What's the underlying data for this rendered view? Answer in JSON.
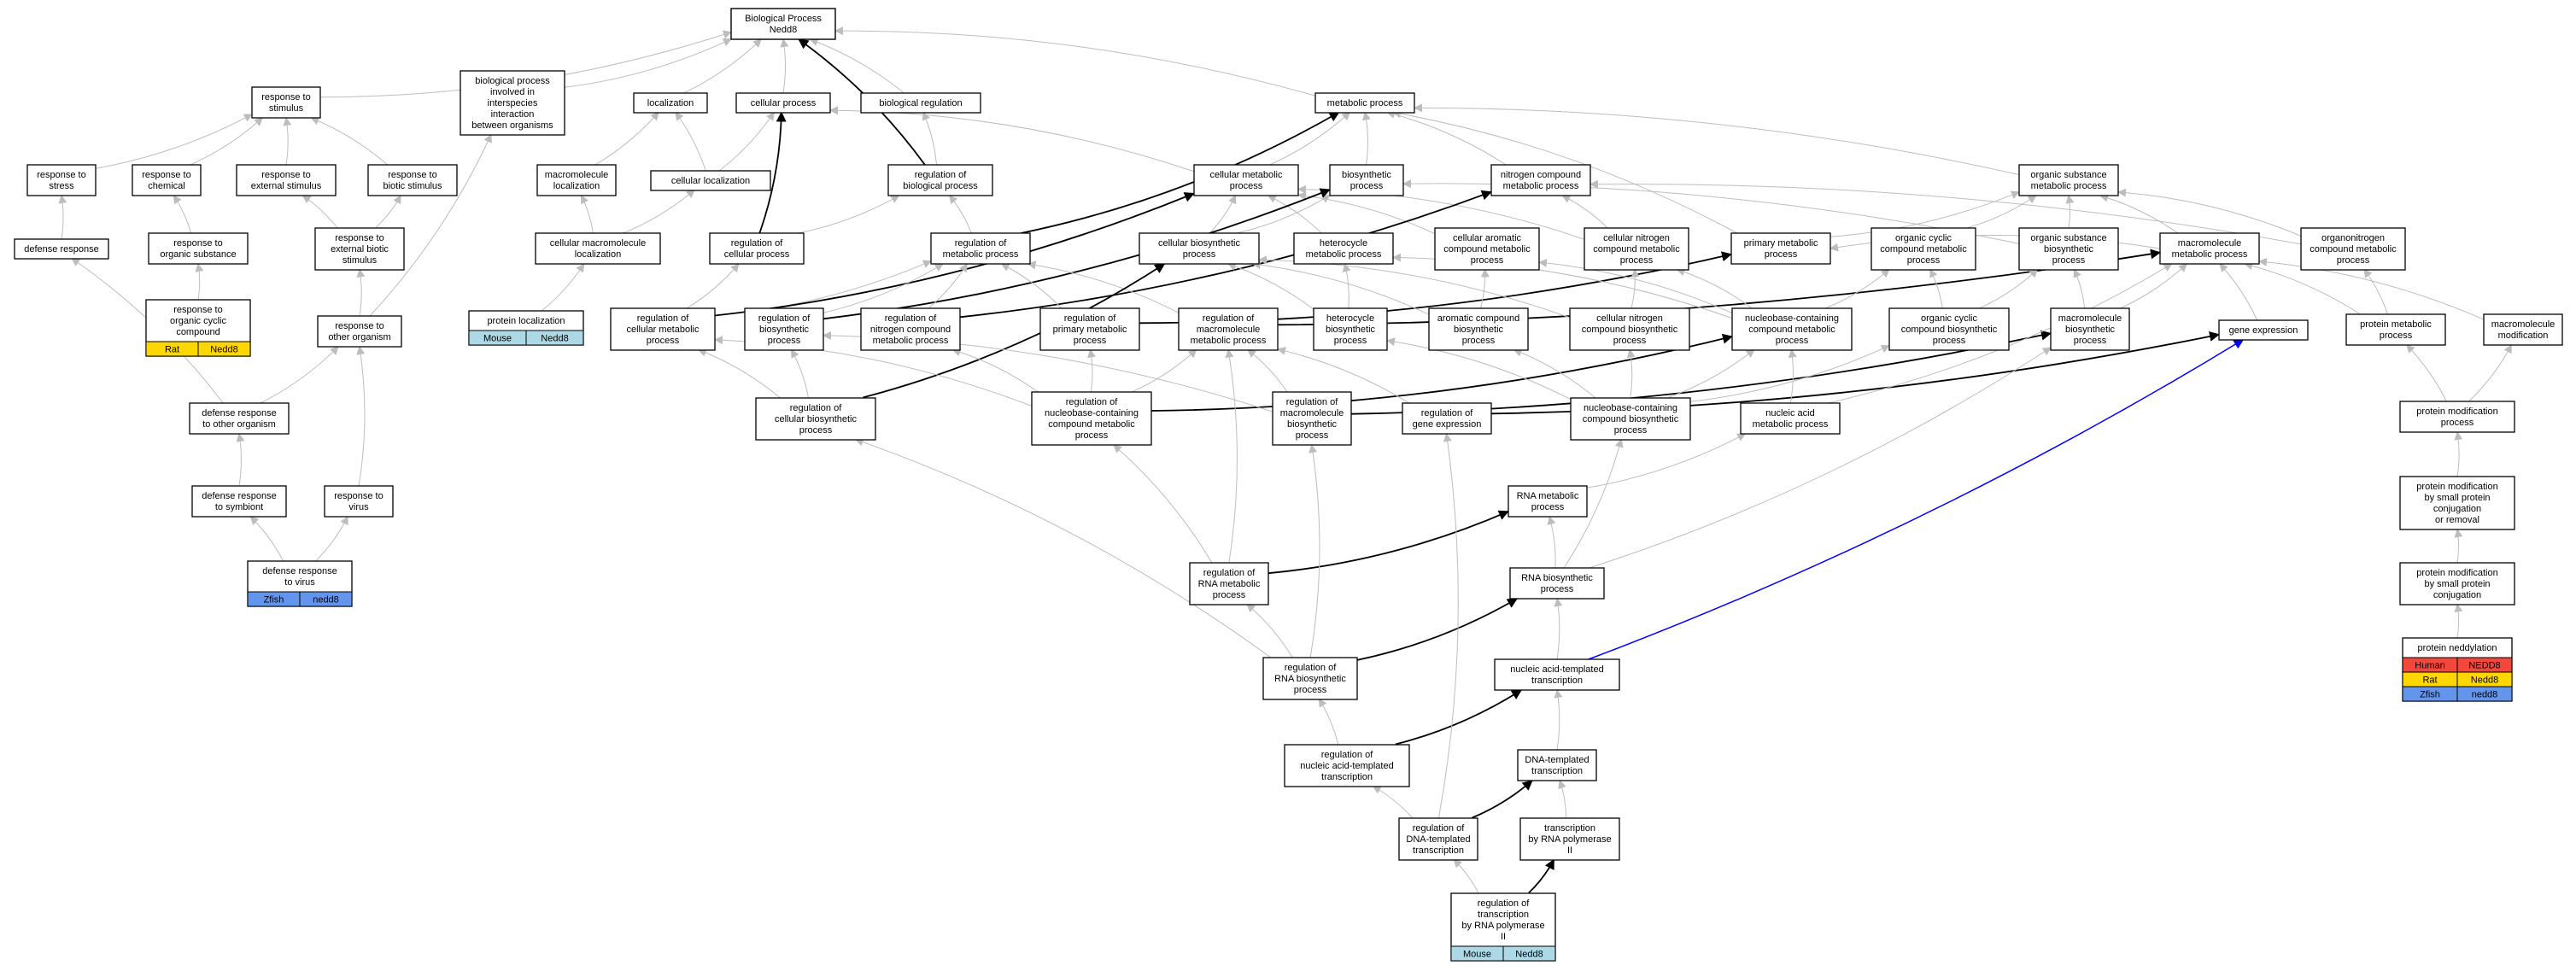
{
  "title_node": "go-root",
  "colors": {
    "gray_edge": "#bdbdbd",
    "black_edge": "#000000",
    "blue_edge": "#0000ff",
    "node_border": "#000000",
    "node_fill": "#ffffff",
    "Mouse": "#add8e6",
    "Rat": "#ffd700",
    "Zfish": "#6495ed",
    "Human": "#f4473b"
  },
  "nodes": [
    {
      "id": "root",
      "lines": [
        "Biological Process",
        "Nedd8"
      ]
    },
    {
      "id": "resp_stim",
      "lines": [
        "response to",
        "stimulus"
      ]
    },
    {
      "id": "bp_inter",
      "lines": [
        "biological process",
        "involved in",
        "interspecies",
        "interaction",
        "between organisms"
      ]
    },
    {
      "id": "localization",
      "lines": [
        "localization"
      ]
    },
    {
      "id": "cell_proc",
      "lines": [
        "cellular process"
      ]
    },
    {
      "id": "bio_reg",
      "lines": [
        "biological regulation"
      ]
    },
    {
      "id": "metab",
      "lines": [
        "metabolic process"
      ]
    },
    {
      "id": "resp_stress",
      "lines": [
        "response to",
        "stress"
      ]
    },
    {
      "id": "resp_chem",
      "lines": [
        "response to",
        "chemical"
      ]
    },
    {
      "id": "resp_ext",
      "lines": [
        "response to",
        "external stimulus"
      ]
    },
    {
      "id": "resp_biotic",
      "lines": [
        "response to",
        "biotic stimulus"
      ]
    },
    {
      "id": "macro_loc",
      "lines": [
        "macromolecule",
        "localization"
      ]
    },
    {
      "id": "cell_loc",
      "lines": [
        "cellular localization"
      ]
    },
    {
      "id": "reg_bio",
      "lines": [
        "regulation of",
        "biological process"
      ]
    },
    {
      "id": "cell_metab",
      "lines": [
        "cellular metabolic",
        "process"
      ]
    },
    {
      "id": "biosyn",
      "lines": [
        "biosynthetic",
        "process"
      ]
    },
    {
      "id": "nitro_metab",
      "lines": [
        "nitrogen compound",
        "metabolic process"
      ]
    },
    {
      "id": "org_sub_metab",
      "lines": [
        "organic substance",
        "metabolic process"
      ]
    },
    {
      "id": "defense",
      "lines": [
        "defense response"
      ]
    },
    {
      "id": "resp_org_sub",
      "lines": [
        "response to",
        "organic substance"
      ]
    },
    {
      "id": "resp_ext_biotic",
      "lines": [
        "response to",
        "external biotic",
        "stimulus"
      ]
    },
    {
      "id": "cell_macro_loc",
      "lines": [
        "cellular macromolecule",
        "localization"
      ]
    },
    {
      "id": "reg_cell",
      "lines": [
        "regulation of",
        "cellular process"
      ]
    },
    {
      "id": "reg_metab",
      "lines": [
        "regulation of",
        "metabolic process"
      ]
    },
    {
      "id": "cell_biosyn",
      "lines": [
        "cellular biosynthetic",
        "process"
      ]
    },
    {
      "id": "hetero_metab",
      "lines": [
        "heterocycle",
        "metabolic process"
      ]
    },
    {
      "id": "cell_arom",
      "lines": [
        "cellular aromatic",
        "compound metabolic",
        "process"
      ]
    },
    {
      "id": "cell_nitro_metab",
      "lines": [
        "cellular nitrogen",
        "compound metabolic",
        "process"
      ]
    },
    {
      "id": "prim_metab",
      "lines": [
        "primary metabolic",
        "process"
      ]
    },
    {
      "id": "org_cyc_metab",
      "lines": [
        "organic cyclic",
        "compound metabolic",
        "process"
      ]
    },
    {
      "id": "org_sub_biosyn",
      "lines": [
        "organic substance",
        "biosynthetic",
        "process"
      ]
    },
    {
      "id": "macro_metab",
      "lines": [
        "macromolecule",
        "metabolic process"
      ]
    },
    {
      "id": "organonitro",
      "lines": [
        "organonitrogen",
        "compound metabolic",
        "process"
      ]
    },
    {
      "id": "resp_org_cyc",
      "lines": [
        "response to",
        "organic cyclic",
        "compound"
      ],
      "species": [
        {
          "name": "Rat",
          "gene": "Nedd8"
        }
      ]
    },
    {
      "id": "resp_other",
      "lines": [
        "response to",
        "other organism"
      ]
    },
    {
      "id": "prot_loc",
      "lines": [
        "protein localization"
      ],
      "species": [
        {
          "name": "Mouse",
          "gene": "Nedd8"
        }
      ]
    },
    {
      "id": "reg_cell_metab",
      "lines": [
        "regulation of",
        "cellular metabolic",
        "process"
      ]
    },
    {
      "id": "reg_biosyn",
      "lines": [
        "regulation of",
        "biosynthetic",
        "process"
      ]
    },
    {
      "id": "reg_nitro",
      "lines": [
        "regulation of",
        "nitrogen compound",
        "metabolic process"
      ]
    },
    {
      "id": "reg_prim",
      "lines": [
        "regulation of",
        "primary metabolic",
        "process"
      ]
    },
    {
      "id": "reg_macro_metab",
      "lines": [
        "regulation of",
        "macromolecule",
        "metabolic process"
      ]
    },
    {
      "id": "hetero_biosyn",
      "lines": [
        "heterocycle",
        "biosynthetic",
        "process"
      ]
    },
    {
      "id": "arom_biosyn",
      "lines": [
        "aromatic compound",
        "biosynthetic",
        "process"
      ]
    },
    {
      "id": "cell_nitro_biosyn",
      "lines": [
        "cellular nitrogen",
        "compound biosynthetic",
        "process"
      ]
    },
    {
      "id": "nucleobase_metab",
      "lines": [
        "nucleobase-containing",
        "compound metabolic",
        "process"
      ]
    },
    {
      "id": "org_cyc_biosyn",
      "lines": [
        "organic cyclic",
        "compound biosynthetic",
        "process"
      ]
    },
    {
      "id": "macro_biosyn",
      "lines": [
        "macromolecule",
        "biosynthetic",
        "process"
      ]
    },
    {
      "id": "gene_expr",
      "lines": [
        "gene expression"
      ]
    },
    {
      "id": "prot_metab",
      "lines": [
        "protein metabolic",
        "process"
      ]
    },
    {
      "id": "macro_mod",
      "lines": [
        "macromolecule",
        "modification"
      ]
    },
    {
      "id": "def_other",
      "lines": [
        "defense response",
        "to other organism"
      ]
    },
    {
      "id": "reg_cell_biosyn",
      "lines": [
        "regulation of",
        "cellular biosynthetic",
        "process"
      ]
    },
    {
      "id": "reg_nucleobase",
      "lines": [
        "regulation of",
        "nucleobase-containing",
        "compound metabolic",
        "process"
      ]
    },
    {
      "id": "reg_macro_biosyn",
      "lines": [
        "regulation of",
        "macromolecule",
        "biosynthetic",
        "process"
      ]
    },
    {
      "id": "reg_gene_expr",
      "lines": [
        "regulation of",
        "gene expression"
      ]
    },
    {
      "id": "nucleobase_biosyn",
      "lines": [
        "nucleobase-containing",
        "compound biosynthetic",
        "process"
      ]
    },
    {
      "id": "nucleic_metab",
      "lines": [
        "nucleic acid",
        "metabolic process"
      ]
    },
    {
      "id": "prot_mod",
      "lines": [
        "protein modification",
        "process"
      ]
    },
    {
      "id": "def_symb",
      "lines": [
        "defense response",
        "to symbiont"
      ]
    },
    {
      "id": "resp_virus",
      "lines": [
        "response to",
        "virus"
      ]
    },
    {
      "id": "rna_metab",
      "lines": [
        "RNA metabolic",
        "process"
      ]
    },
    {
      "id": "prot_mod_small",
      "lines": [
        "protein modification",
        "by small protein",
        "conjugation",
        "or removal"
      ]
    },
    {
      "id": "def_virus",
      "lines": [
        "defense response",
        "to virus"
      ],
      "species": [
        {
          "name": "Zfish",
          "gene": "nedd8"
        }
      ]
    },
    {
      "id": "reg_rna_metab",
      "lines": [
        "regulation of",
        "RNA metabolic",
        "process"
      ]
    },
    {
      "id": "rna_biosyn",
      "lines": [
        "RNA biosynthetic",
        "process"
      ]
    },
    {
      "id": "prot_mod_conj",
      "lines": [
        "protein modification",
        "by small protein",
        "conjugation"
      ]
    },
    {
      "id": "prot_nedd",
      "lines": [
        "protein neddylation"
      ],
      "species": [
        {
          "name": "Human",
          "gene": "NEDD8"
        },
        {
          "name": "Rat",
          "gene": "Nedd8"
        },
        {
          "name": "Zfish",
          "gene": "nedd8"
        }
      ]
    },
    {
      "id": "reg_rna_biosyn",
      "lines": [
        "regulation of",
        "RNA biosynthetic",
        "process"
      ]
    },
    {
      "id": "na_templ",
      "lines": [
        "nucleic acid-templated",
        "transcription"
      ]
    },
    {
      "id": "reg_na_templ",
      "lines": [
        "regulation of",
        "nucleic acid-templated",
        "transcription"
      ]
    },
    {
      "id": "dna_templ",
      "lines": [
        "DNA-templated",
        "transcription"
      ]
    },
    {
      "id": "reg_dna_templ",
      "lines": [
        "regulation of",
        "DNA-templated",
        "transcription"
      ]
    },
    {
      "id": "transc_pol2",
      "lines": [
        "transcription",
        "by RNA polymerase",
        "II"
      ]
    },
    {
      "id": "reg_transc_pol2",
      "lines": [
        "regulation of",
        "transcription",
        "by RNA polymerase",
        "II"
      ],
      "species": [
        {
          "name": "Mouse",
          "gene": "Nedd8"
        }
      ]
    }
  ],
  "edges": [
    [
      "resp_stim",
      "root",
      "g"
    ],
    [
      "bp_inter",
      "root",
      "g"
    ],
    [
      "localization",
      "root",
      "g"
    ],
    [
      "cell_proc",
      "root",
      "g"
    ],
    [
      "bio_reg",
      "root",
      "g"
    ],
    [
      "metab",
      "root",
      "g"
    ],
    [
      "reg_bio",
      "root",
      "k"
    ],
    [
      "resp_stress",
      "resp_stim",
      "g"
    ],
    [
      "resp_chem",
      "resp_stim",
      "g"
    ],
    [
      "resp_ext",
      "resp_stim",
      "g"
    ],
    [
      "resp_biotic",
      "resp_stim",
      "g"
    ],
    [
      "defense",
      "resp_stress",
      "g"
    ],
    [
      "resp_org_sub",
      "resp_chem",
      "g"
    ],
    [
      "resp_org_cyc",
      "resp_org_sub",
      "g"
    ],
    [
      "resp_ext_biotic",
      "resp_ext",
      "g"
    ],
    [
      "resp_ext_biotic",
      "resp_biotic",
      "g"
    ],
    [
      "resp_other",
      "resp_ext_biotic",
      "g"
    ],
    [
      "resp_other",
      "bp_inter",
      "g"
    ],
    [
      "def_other",
      "resp_other",
      "g"
    ],
    [
      "def_other",
      "defense",
      "g"
    ],
    [
      "def_symb",
      "def_other",
      "g"
    ],
    [
      "def_virus",
      "def_symb",
      "g"
    ],
    [
      "def_virus",
      "resp_virus",
      "g"
    ],
    [
      "resp_virus",
      "resp_other",
      "g"
    ],
    [
      "macro_loc",
      "localization",
      "g"
    ],
    [
      "cell_loc",
      "localization",
      "g"
    ],
    [
      "cell_loc",
      "cell_proc",
      "g"
    ],
    [
      "cell_macro_loc",
      "macro_loc",
      "g"
    ],
    [
      "cell_macro_loc",
      "cell_loc",
      "g"
    ],
    [
      "prot_loc",
      "cell_macro_loc",
      "g"
    ],
    [
      "reg_bio",
      "bio_reg",
      "g"
    ],
    [
      "reg_cell",
      "cell_proc",
      "k"
    ],
    [
      "reg_cell",
      "reg_bio",
      "g"
    ],
    [
      "cell_metab",
      "cell_proc",
      "g"
    ],
    [
      "reg_metab",
      "reg_bio",
      "g"
    ],
    [
      "reg_metab",
      "metab",
      "k"
    ],
    [
      "cell_metab",
      "metab",
      "g"
    ],
    [
      "biosyn",
      "metab",
      "g"
    ],
    [
      "nitro_metab",
      "metab",
      "g"
    ],
    [
      "org_sub_metab",
      "metab",
      "g"
    ],
    [
      "prim_metab",
      "metab",
      "g"
    ],
    [
      "cell_biosyn",
      "cell_metab",
      "g"
    ],
    [
      "cell_biosyn",
      "biosyn",
      "g"
    ],
    [
      "hetero_metab",
      "cell_metab",
      "g"
    ],
    [
      "cell_arom",
      "cell_metab",
      "g"
    ],
    [
      "cell_nitro_metab",
      "nitro_metab",
      "g"
    ],
    [
      "cell_nitro_metab",
      "cell_metab",
      "g"
    ],
    [
      "prim_metab",
      "org_sub_metab",
      "g"
    ],
    [
      "org_cyc_metab",
      "org_sub_metab",
      "g"
    ],
    [
      "org_sub_biosyn",
      "org_sub_metab",
      "g"
    ],
    [
      "org_sub_biosyn",
      "biosyn",
      "g"
    ],
    [
      "macro_metab",
      "org_sub_metab",
      "g"
    ],
    [
      "macro_metab",
      "prim_metab",
      "g"
    ],
    [
      "organonitro",
      "nitro_metab",
      "g"
    ],
    [
      "organonitro",
      "org_sub_metab",
      "g"
    ],
    [
      "reg_cell_metab",
      "reg_cell",
      "g"
    ],
    [
      "reg_cell_metab",
      "reg_metab",
      "g"
    ],
    [
      "reg_cell_metab",
      "cell_metab",
      "k"
    ],
    [
      "reg_biosyn",
      "reg_metab",
      "g"
    ],
    [
      "reg_biosyn",
      "biosyn",
      "k"
    ],
    [
      "reg_nitro",
      "reg_metab",
      "g"
    ],
    [
      "reg_nitro",
      "nitro_metab",
      "k"
    ],
    [
      "reg_prim",
      "reg_metab",
      "g"
    ],
    [
      "reg_prim",
      "prim_metab",
      "k"
    ],
    [
      "reg_macro_metab",
      "reg_metab",
      "g"
    ],
    [
      "reg_macro_metab",
      "macro_metab",
      "k"
    ],
    [
      "hetero_biosyn",
      "hetero_metab",
      "g"
    ],
    [
      "hetero_biosyn",
      "cell_biosyn",
      "g"
    ],
    [
      "arom_biosyn",
      "cell_arom",
      "g"
    ],
    [
      "arom_biosyn",
      "cell_biosyn",
      "g"
    ],
    [
      "cell_nitro_biosyn",
      "cell_nitro_metab",
      "g"
    ],
    [
      "cell_nitro_biosyn",
      "cell_biosyn",
      "g"
    ],
    [
      "nucleobase_metab",
      "cell_nitro_metab",
      "g"
    ],
    [
      "nucleobase_metab",
      "hetero_metab",
      "g"
    ],
    [
      "nucleobase_metab",
      "cell_arom",
      "g"
    ],
    [
      "nucleobase_metab",
      "org_cyc_metab",
      "g"
    ],
    [
      "org_cyc_biosyn",
      "org_cyc_metab",
      "g"
    ],
    [
      "org_cyc_biosyn",
      "org_sub_biosyn",
      "g"
    ],
    [
      "macro_biosyn",
      "macro_metab",
      "g"
    ],
    [
      "macro_biosyn",
      "org_sub_biosyn",
      "g"
    ],
    [
      "gene_expr",
      "macro_metab",
      "g"
    ],
    [
      "prot_metab",
      "macro_metab",
      "g"
    ],
    [
      "prot_metab",
      "organonitro",
      "g"
    ],
    [
      "macro_mod",
      "macro_metab",
      "g"
    ],
    [
      "reg_cell_biosyn",
      "reg_cell_metab",
      "g"
    ],
    [
      "reg_cell_biosyn",
      "reg_biosyn",
      "g"
    ],
    [
      "reg_cell_biosyn",
      "cell_biosyn",
      "k"
    ],
    [
      "reg_nucleobase",
      "reg_nitro",
      "g"
    ],
    [
      "reg_nucleobase",
      "reg_prim",
      "g"
    ],
    [
      "reg_nucleobase",
      "reg_cell_metab",
      "g"
    ],
    [
      "reg_nucleobase",
      "reg_macro_metab",
      "g"
    ],
    [
      "reg_nucleobase",
      "nucleobase_metab",
      "k"
    ],
    [
      "reg_macro_biosyn",
      "reg_macro_metab",
      "g"
    ],
    [
      "reg_macro_biosyn",
      "reg_biosyn",
      "g"
    ],
    [
      "reg_macro_biosyn",
      "macro_biosyn",
      "k"
    ],
    [
      "reg_gene_expr",
      "reg_macro_metab",
      "g"
    ],
    [
      "reg_gene_expr",
      "gene_expr",
      "k"
    ],
    [
      "nucleobase_biosyn",
      "nucleobase_metab",
      "g"
    ],
    [
      "nucleobase_biosyn",
      "hetero_biosyn",
      "g"
    ],
    [
      "nucleobase_biosyn",
      "arom_biosyn",
      "g"
    ],
    [
      "nucleobase_biosyn",
      "cell_nitro_biosyn",
      "g"
    ],
    [
      "nucleobase_biosyn",
      "org_cyc_biosyn",
      "g"
    ],
    [
      "nucleic_metab",
      "nucleobase_metab",
      "g"
    ],
    [
      "nucleic_metab",
      "macro_metab",
      "g"
    ],
    [
      "prot_mod",
      "prot_metab",
      "g"
    ],
    [
      "prot_mod",
      "macro_mod",
      "g"
    ],
    [
      "rna_metab",
      "nucleic_metab",
      "g"
    ],
    [
      "rna_biosyn",
      "rna_metab",
      "g"
    ],
    [
      "rna_biosyn",
      "nucleobase_biosyn",
      "g"
    ],
    [
      "rna_biosyn",
      "macro_biosyn",
      "g"
    ],
    [
      "prot_mod_small",
      "prot_mod",
      "g"
    ],
    [
      "prot_mod_conj",
      "prot_mod_small",
      "g"
    ],
    [
      "prot_nedd",
      "prot_mod_conj",
      "g"
    ],
    [
      "reg_rna_metab",
      "reg_macro_metab",
      "g"
    ],
    [
      "reg_rna_metab",
      "reg_nucleobase",
      "g"
    ],
    [
      "reg_rna_metab",
      "rna_metab",
      "k"
    ],
    [
      "reg_rna_biosyn",
      "reg_rna_metab",
      "g"
    ],
    [
      "reg_rna_biosyn",
      "reg_cell_biosyn",
      "g"
    ],
    [
      "reg_rna_biosyn",
      "reg_macro_biosyn",
      "g"
    ],
    [
      "reg_rna_biosyn",
      "rna_biosyn",
      "k"
    ],
    [
      "na_templ",
      "rna_biosyn",
      "g"
    ],
    [
      "na_templ",
      "gene_expr",
      "b"
    ],
    [
      "reg_na_templ",
      "reg_rna_biosyn",
      "g"
    ],
    [
      "reg_na_templ",
      "na_templ",
      "k"
    ],
    [
      "dna_templ",
      "na_templ",
      "g"
    ],
    [
      "reg_dna_templ",
      "reg_na_templ",
      "g"
    ],
    [
      "reg_dna_templ",
      "dna_templ",
      "k"
    ],
    [
      "transc_pol2",
      "dna_templ",
      "g"
    ],
    [
      "reg_transc_pol2",
      "reg_dna_templ",
      "g"
    ],
    [
      "reg_transc_pol2",
      "transc_pol2",
      "k"
    ],
    [
      "reg_dna_templ",
      "reg_gene_expr",
      "g"
    ]
  ]
}
